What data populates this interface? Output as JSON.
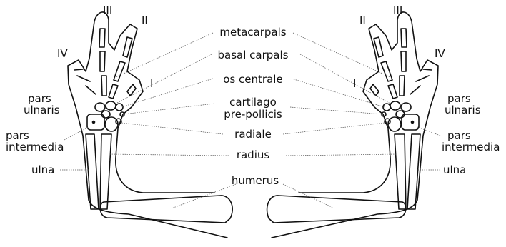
{
  "labels": {
    "metacarpals": "metacarpals",
    "basal_carpals": "basal carpals",
    "os_centrale": "os centrale",
    "cartilago": "cartilago",
    "pre_pollicis": "pre-pollicis",
    "radiale": "radiale",
    "radius": "radius",
    "humerus": "humerus",
    "pars_ulnaris_1": "pars",
    "pars_ulnaris_2": "ulnaris",
    "pars_intermedia_1": "pars",
    "pars_intermedia_2": "intermedia",
    "ulna": "ulna"
  },
  "digits": {
    "i": "I",
    "ii": "II",
    "iii": "III",
    "iv": "IV"
  },
  "colors": {
    "ink": "#111111",
    "leader": "#555555",
    "background": "#ffffff"
  }
}
